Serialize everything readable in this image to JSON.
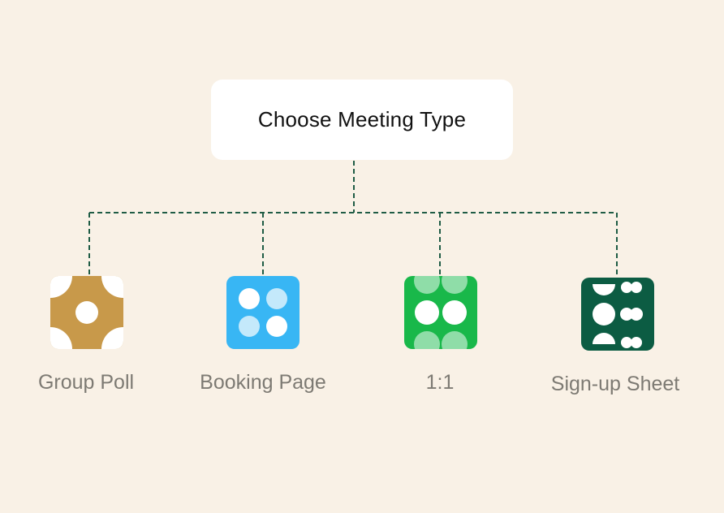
{
  "root": {
    "label": "Choose Meeting Type"
  },
  "options": [
    {
      "label": "Group Poll",
      "icon": "group-poll-icon",
      "color": "#c8994a"
    },
    {
      "label": "Booking Page",
      "icon": "booking-page-icon",
      "color": "#38b6f4"
    },
    {
      "label": "1:1",
      "icon": "one-on-one-icon",
      "color": "#19b84a"
    },
    {
      "label": "Sign-up Sheet",
      "icon": "sign-up-sheet-icon",
      "color": "#0c5c43"
    }
  ],
  "colors": {
    "background": "#f9f1e6",
    "connector": "#1f5c45",
    "label": "#7d7a73"
  }
}
